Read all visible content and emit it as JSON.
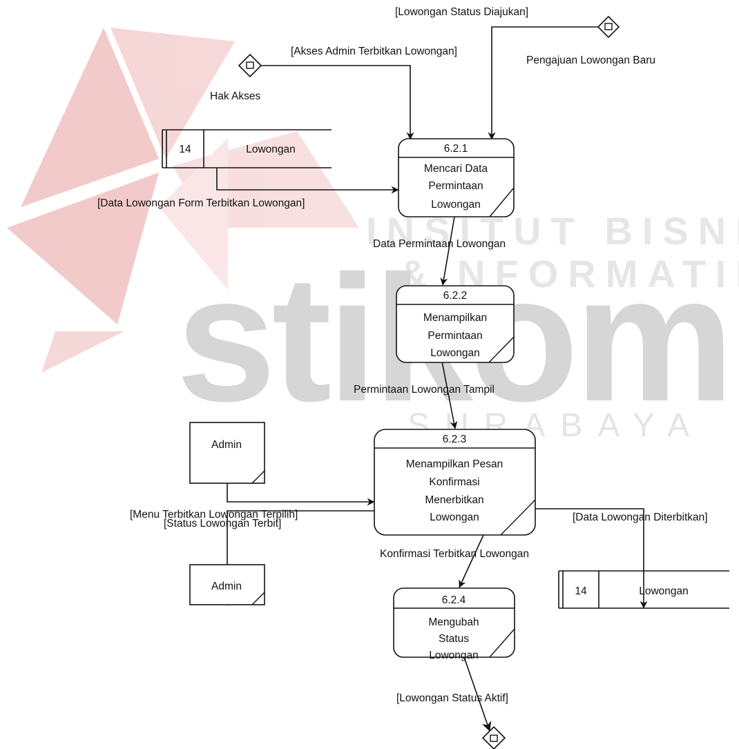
{
  "watermark": {
    "line1": "INSITUT BISNI",
    "line2": "& NFORMATIK",
    "logo": "stikom",
    "city": "SURABAYA",
    "logo_color": "#b8b8b8",
    "kite_color": "#e8a0a0"
  },
  "processes": {
    "p1": {
      "id": "6.2.1",
      "lines": [
        "Mencari Data",
        "Permintaan",
        "Lowongan"
      ]
    },
    "p2": {
      "id": "6.2.2",
      "lines": [
        "Menampilkan",
        "Permintaan",
        "Lowongan"
      ]
    },
    "p3": {
      "id": "6.2.3",
      "lines": [
        "Menampilkan Pesan",
        "Konfirmasi",
        "Menerbitkan",
        "Lowongan"
      ]
    },
    "p4": {
      "id": "6.2.4",
      "lines": [
        "Mengubah",
        "Status",
        "Lowongan"
      ]
    }
  },
  "datastores": {
    "ds1": {
      "id": "14",
      "name": "Lowongan"
    },
    "ds2": {
      "id": "14",
      "name": "Lowongan"
    }
  },
  "externals": {
    "e1": {
      "name": "Admin"
    },
    "e2": {
      "name": "Admin"
    }
  },
  "connectors": {
    "c_hak": {
      "name": "Hak Akses"
    },
    "c_peng": {
      "name": "Pengajuan Lowongan Baru"
    }
  },
  "flows": {
    "f_status_diajukan": "[Lowongan Status Diajukan]",
    "f_akses_admin": "[Akses Admin Terbitkan Lowongan]",
    "f_data_form": "[Data Lowongan Form Terbitkan Lowongan]",
    "f_data_permintaan": "Data Permintaan Lowongan",
    "f_permintaan_tampil": "Permintaan Lowongan Tampil",
    "f_menu": "[Menu Terbitkan Lowongan Terpilih]",
    "f_konfirmasi": "Konfirmasi Terbitkan Lowongan",
    "f_status_terbit": "[Status Lowongan Terbit]",
    "f_data_diterbitkan": "[Data Lowongan Diterbitkan]",
    "f_status_aktif": "[Lowongan Status Aktif]"
  }
}
